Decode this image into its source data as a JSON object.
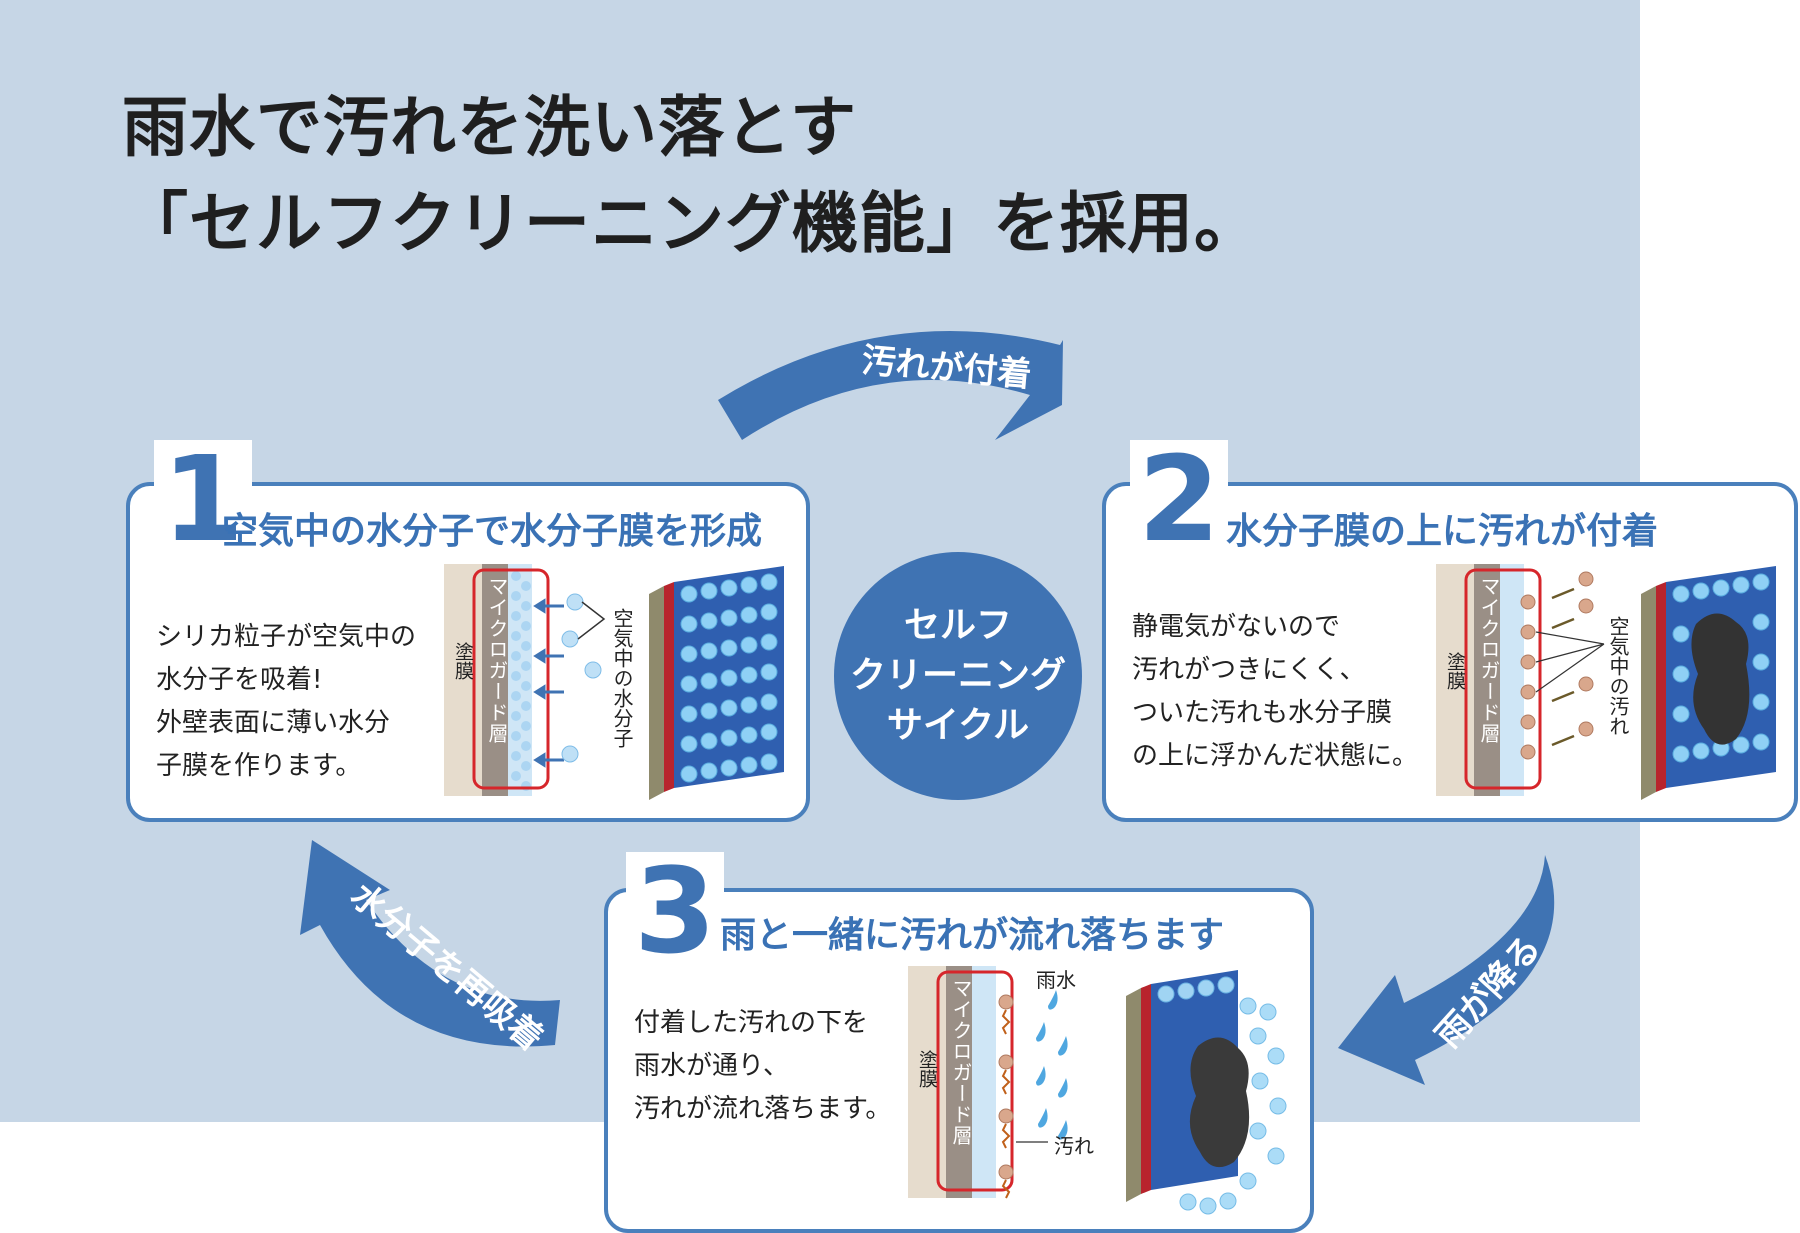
{
  "headline": {
    "line1": "雨水で汚れを洗い落とす",
    "line2": "「セルフクリーニング機能」を採用。"
  },
  "center": {
    "line1": "セルフ",
    "line2": "クリーニング",
    "line3": "サイクル"
  },
  "arrows": {
    "top": "汚れが付着",
    "right": "雨が降る",
    "left": "水分子を再吸着"
  },
  "cards": [
    {
      "number": "1",
      "title": "空気中の水分子で水分子膜を形成",
      "desc": [
        "シリカ粒子が空気中の",
        "水分子を吸着!",
        "外壁表面に薄い水分",
        "子膜を作ります。"
      ],
      "film_label": "塗膜",
      "layer_label": "マイクロガード層",
      "side_label": "空気中の水分子"
    },
    {
      "number": "2",
      "title": "水分子膜の上に汚れが付着",
      "desc": [
        "静電気がないので",
        "汚れがつきにくく、",
        "ついた汚れも水分子膜",
        "の上に浮かんだ状態に。"
      ],
      "film_label": "塗膜",
      "layer_label": "マイクロガード層",
      "side_label": "空気中の汚れ"
    },
    {
      "number": "3",
      "title": "雨と一緒に汚れが流れ落ちます",
      "desc": [
        "付着した汚れの下を",
        "雨水が通り、",
        "汚れが流れ落ちます。"
      ],
      "film_label": "塗膜",
      "layer_label": "マイクロガード層",
      "rain_label": "雨水",
      "dirt_label": "汚れ"
    }
  ],
  "colors": {
    "background": "#c6d6e6",
    "accent_blue": "#3f73b3",
    "card_border": "#4a80bc",
    "red_frame": "#d6262b",
    "coating": "#e6dccd",
    "layer": "#9a8f86"
  }
}
